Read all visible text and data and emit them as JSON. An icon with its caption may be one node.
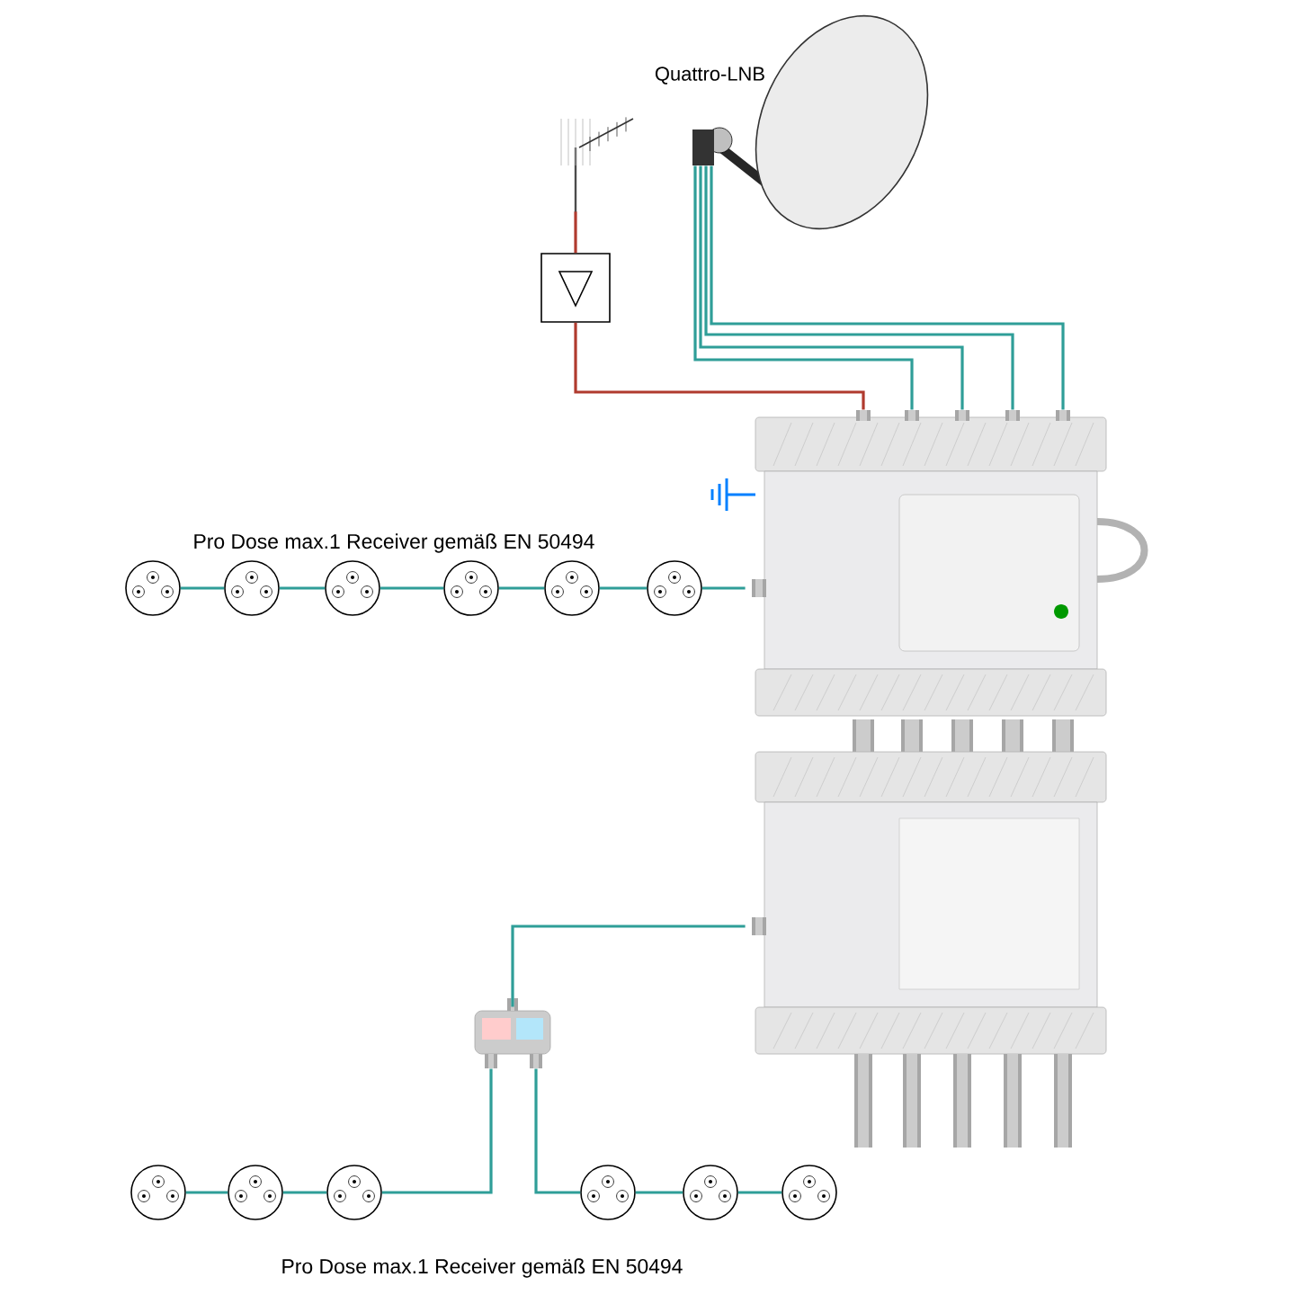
{
  "diagram": {
    "nodes": [
      {
        "text": [],
        "shape": "picture",
        "beside": [
          "Quattro-LNB"
        ]
      },
      {
        "text": [],
        "shape": "picture"
      },
      {
        "text": [],
        "shape": "box"
      },
      {
        "text": [],
        "shape": "picture"
      },
      {
        "text": [],
        "shape": "picture"
      },
      {
        "text": [],
        "shape": "picture"
      },
      {
        "text": [],
        "shape": "circle"
      },
      {
        "text": [],
        "shape": "circle"
      },
      {
        "text": [],
        "shape": "circle"
      },
      {
        "text": [],
        "shape": "circle"
      },
      {
        "text": [],
        "shape": "circle"
      },
      {
        "text": [],
        "shape": "circle"
      },
      {
        "text": [],
        "shape": "circle"
      },
      {
        "text": [],
        "shape": "circle"
      },
      {
        "text": [],
        "shape": "circle"
      },
      {
        "text": [],
        "shape": "circle"
      },
      {
        "text": [],
        "shape": "circle"
      },
      {
        "text": [],
        "shape": "circle"
      }
    ],
    "edges": [
      {
        "from": 0,
        "to": 3,
        "arrow": "none"
      },
      {
        "from": 0,
        "to": 3,
        "arrow": "none"
      },
      {
        "from": 0,
        "to": 3,
        "arrow": "none"
      },
      {
        "from": 0,
        "to": 3,
        "arrow": "none"
      },
      {
        "from": 1,
        "to": 2,
        "arrow": "none",
        "color": "#b03a2e"
      },
      {
        "from": 2,
        "to": 3,
        "arrow": "none",
        "color": "#b03a2e"
      },
      {
        "from": 3,
        "to": 11,
        "arrow": "none"
      },
      {
        "from": 11,
        "to": 10,
        "arrow": "none"
      },
      {
        "from": 10,
        "to": 9,
        "arrow": "none"
      },
      {
        "from": 9,
        "to": 8,
        "arrow": "none"
      },
      {
        "from": 8,
        "to": 7,
        "arrow": "none"
      },
      {
        "from": 7,
        "to": 6,
        "arrow": "none"
      },
      {
        "from": 4,
        "to": 5,
        "arrow": "none"
      },
      {
        "from": 5,
        "to": 14,
        "arrow": "none"
      },
      {
        "from": 14,
        "to": 13,
        "arrow": "none"
      },
      {
        "from": 13,
        "to": 12,
        "arrow": "none"
      },
      {
        "from": 5,
        "to": 15,
        "arrow": "none"
      },
      {
        "from": 15,
        "to": 16,
        "arrow": "none"
      },
      {
        "from": 16,
        "to": 17,
        "arrow": "none"
      }
    ],
    "labels": [
      "Pro Dose max.1 Receiver gemäß EN 50494",
      "Pro Dose max.1 Receiver gemäß EN 50494"
    ]
  }
}
